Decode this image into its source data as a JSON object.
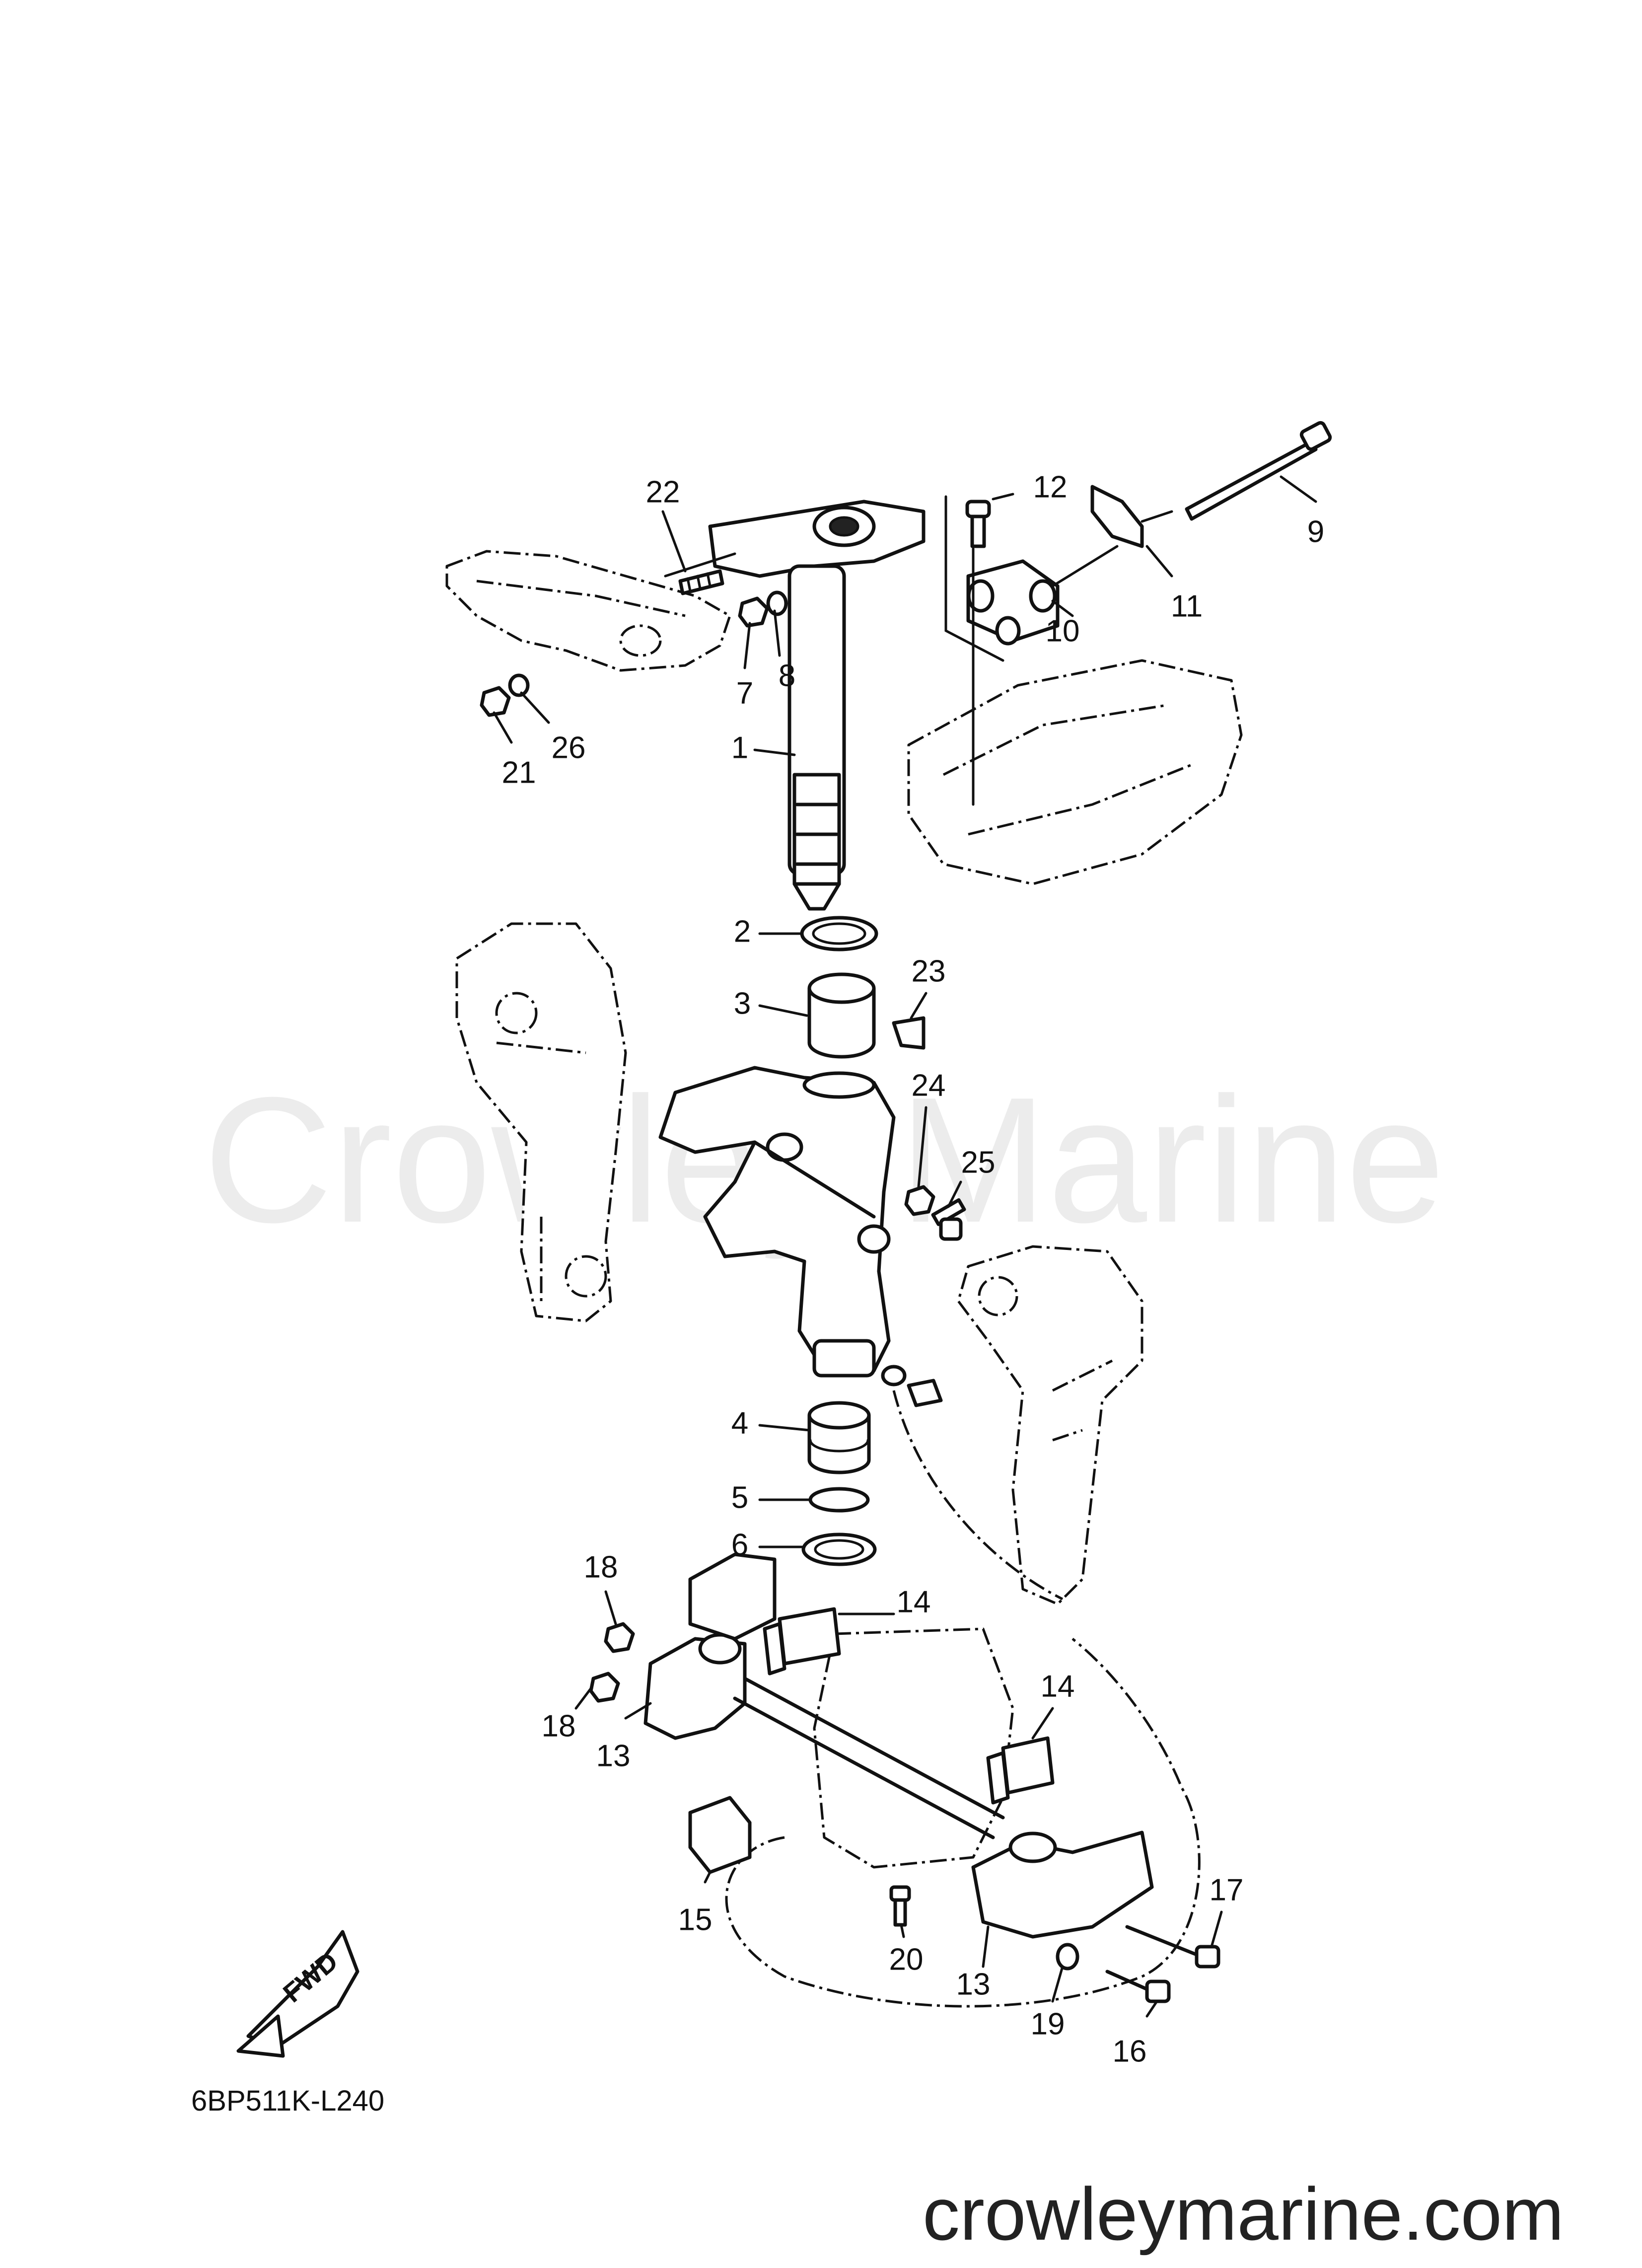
{
  "watermark": "Crowley Marine",
  "diagram_code": "6BP511K-L240",
  "website": "crowleymarine.com",
  "fwd_label": "FWD",
  "callouts": [
    {
      "id": "c22",
      "text": "22"
    },
    {
      "id": "c12",
      "text": "12"
    },
    {
      "id": "c9",
      "text": "9"
    },
    {
      "id": "c11",
      "text": "11"
    },
    {
      "id": "c10",
      "text": "10"
    },
    {
      "id": "c8",
      "text": "8"
    },
    {
      "id": "c7",
      "text": "7"
    },
    {
      "id": "c26",
      "text": "26"
    },
    {
      "id": "c21",
      "text": "21"
    },
    {
      "id": "c1",
      "text": "1"
    },
    {
      "id": "c2",
      "text": "2"
    },
    {
      "id": "c23",
      "text": "23"
    },
    {
      "id": "c3",
      "text": "3"
    },
    {
      "id": "c24",
      "text": "24"
    },
    {
      "id": "c25",
      "text": "25"
    },
    {
      "id": "c4",
      "text": "4"
    },
    {
      "id": "c5",
      "text": "5"
    },
    {
      "id": "c6",
      "text": "6"
    },
    {
      "id": "c18a",
      "text": "18"
    },
    {
      "id": "c14a",
      "text": "14"
    },
    {
      "id": "c18b",
      "text": "18"
    },
    {
      "id": "c13a",
      "text": "13"
    },
    {
      "id": "c14b",
      "text": "14"
    },
    {
      "id": "c15",
      "text": "15"
    },
    {
      "id": "c20",
      "text": "20"
    },
    {
      "id": "c13b",
      "text": "13"
    },
    {
      "id": "c17",
      "text": "17"
    },
    {
      "id": "c19",
      "text": "19"
    },
    {
      "id": "c16",
      "text": "16"
    }
  ]
}
